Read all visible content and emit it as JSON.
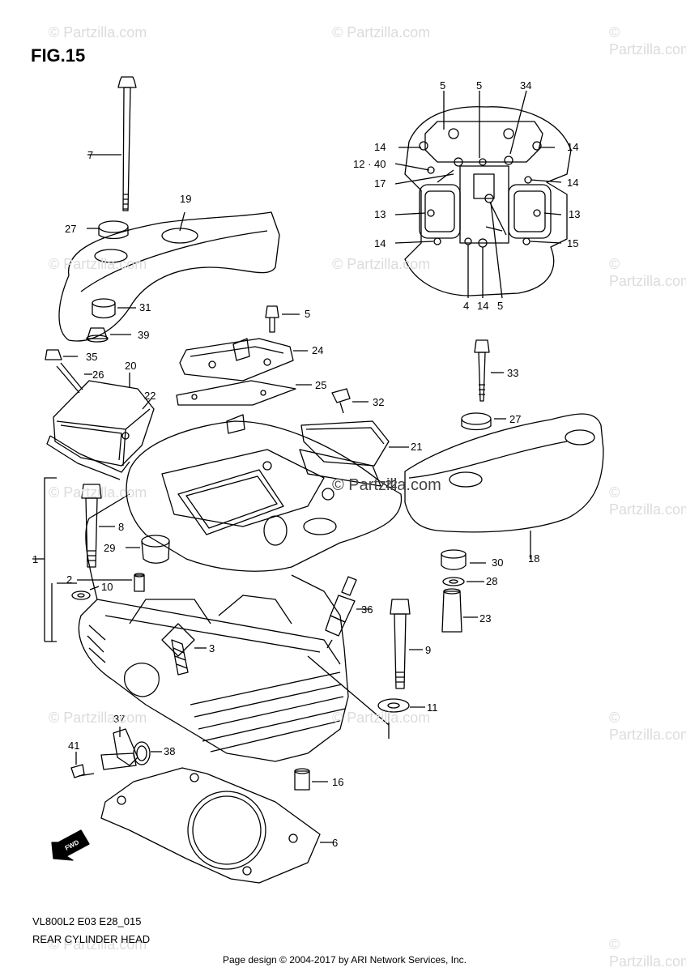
{
  "figure": {
    "title": "FIG.15",
    "model_code": "VL800L2 E03 E28_015",
    "section_name": "REAR CYLINDER HEAD"
  },
  "watermark": {
    "text": "© Partzilla.com",
    "center_text": "© Partzilla.com"
  },
  "footer": {
    "text": "Page design © 2004-2017 by ARI Network Services, Inc."
  },
  "direction_marker": "FWD",
  "callouts": [
    "1",
    "2",
    "3",
    "4",
    "5",
    "5",
    "5",
    "5",
    "5",
    "6",
    "7",
    "8",
    "9",
    "10",
    "11",
    "12 · 40",
    "13",
    "13",
    "13",
    "14",
    "14",
    "14",
    "14",
    "14",
    "14",
    "15",
    "16",
    "17",
    "18",
    "19",
    "20",
    "21",
    "22",
    "22",
    "23",
    "24",
    "25",
    "26",
    "27",
    "27",
    "28",
    "29",
    "30",
    "31",
    "32",
    "33",
    "34",
    "35",
    "36",
    "37",
    "38",
    "39",
    "41"
  ]
}
